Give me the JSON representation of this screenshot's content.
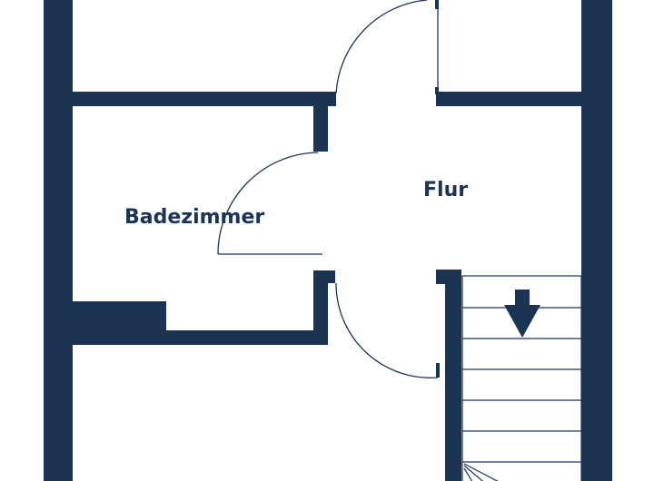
{
  "rooms": [
    {
      "key": "bath",
      "label": "Badezimmer"
    },
    {
      "key": "hall",
      "label": "Flur"
    }
  ],
  "stairs": {
    "direction": "down"
  },
  "colors": {
    "wall": "#1c3454",
    "background": "#ffffff"
  }
}
